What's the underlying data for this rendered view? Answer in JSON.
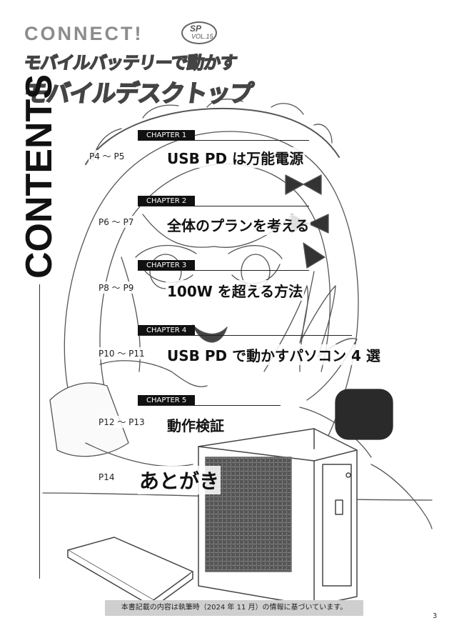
{
  "header": {
    "brand": "CONNECT!",
    "badge_sp": "SP",
    "badge_vol": "VOL.15",
    "subtitle_line1": "モバイルバッテリーで動かす",
    "subtitle_line2": "モバイルデスクトップ"
  },
  "contents_label": "CONTENTS",
  "chapters": [
    {
      "tag": "CHAPTER 1",
      "pages": "P4 ～ P5",
      "title": "USB PD は万能電源"
    },
    {
      "tag": "CHAPTER 2",
      "pages": "P6 ～ P7",
      "title": "全体のプランを考える"
    },
    {
      "tag": "CHAPTER 3",
      "pages": "P8 ～ P9",
      "title": "100W を超える方法"
    },
    {
      "tag": "CHAPTER 4",
      "pages": "P10 ～ P11",
      "title": "USB PD で動かすパソコン 4 選"
    },
    {
      "tag": "CHAPTER 5",
      "pages": "P12 ～ P13",
      "title": "動作検証"
    }
  ],
  "afterword": {
    "pages": "P14",
    "title": "あとがき"
  },
  "footer_note": "本書記載の内容は執筆時（2024 年 11 月）の情報に基づいています。",
  "page_number": "3"
}
